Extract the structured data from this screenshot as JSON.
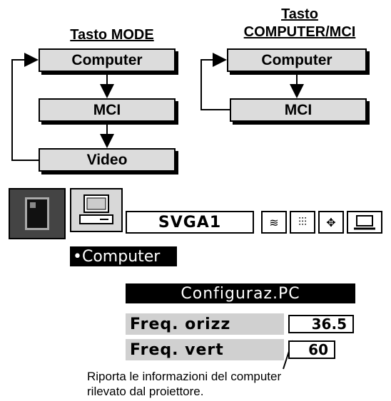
{
  "diagram": {
    "left_heading": "Tasto MODE",
    "right_heading_line1": "Tasto",
    "right_heading_line2": "COMPUTER/MCI",
    "left_boxes": [
      "Computer",
      "MCI",
      "Video"
    ],
    "right_boxes": [
      "Computer",
      "MCI"
    ]
  },
  "menu": {
    "mode_value": "SVGA1",
    "icons": [
      "memory-card-icon",
      "computer-icon",
      "signal-wave-icon",
      "sliders-icon",
      "move-arrows-icon",
      "screen-icon"
    ]
  },
  "osd": {
    "source_label": "•Computer",
    "config_title": "Configuraz.PC",
    "rows": [
      {
        "label": "Freq. orizz",
        "value": "36.5"
      },
      {
        "label": "Freq. vert",
        "value": "60"
      }
    ]
  },
  "caption": {
    "line1": "Riporta le informazioni del computer",
    "line2": "rilevato dal proiettore."
  }
}
